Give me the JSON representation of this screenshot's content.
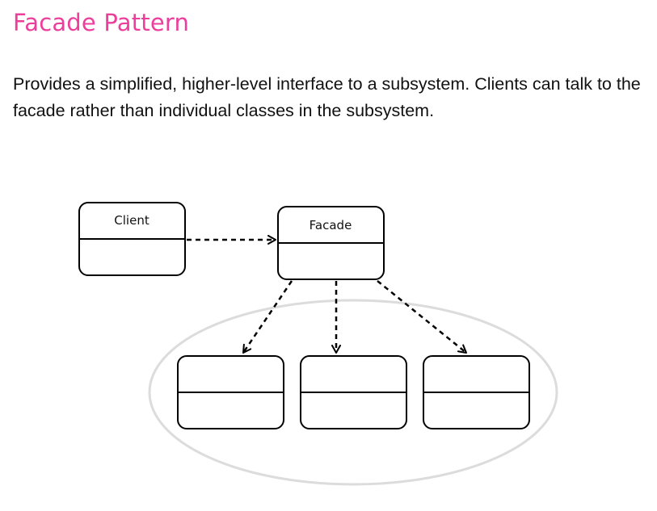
{
  "page": {
    "title": "Facade Pattern",
    "description": "Provides a simplified, higher-level interface to a subsystem. Clients can talk to the facade rather than individual classes in the subsystem."
  },
  "colors": {
    "title": "#ec3f9c",
    "stroke": "#000000",
    "subsystem_outline": "#dcdcdc",
    "text": "#111111"
  },
  "diagram": {
    "client": {
      "name": "Client"
    },
    "facade": {
      "name": "Facade"
    },
    "subsystem": {
      "classes": [
        {
          "name": ""
        },
        {
          "name": ""
        },
        {
          "name": ""
        }
      ]
    }
  }
}
